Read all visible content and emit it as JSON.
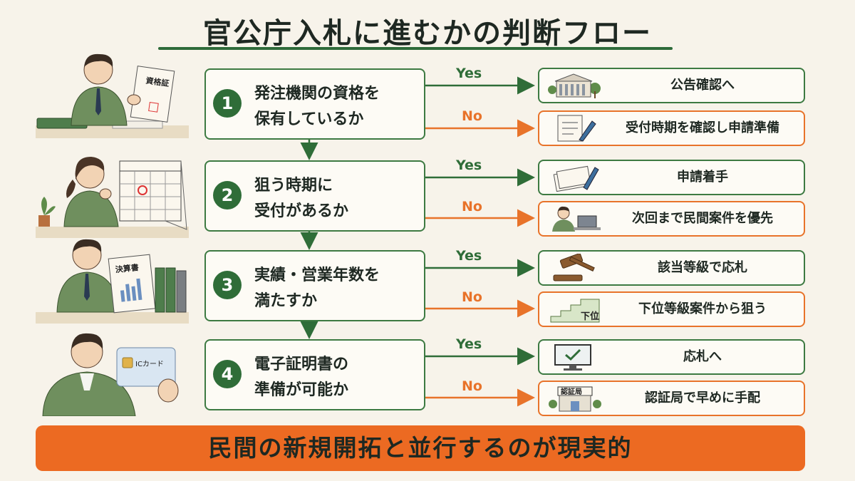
{
  "title": "官公庁入札に進むかの判断フロー",
  "steps": [
    {
      "number": "1",
      "question_lines": [
        "発注機関の資格を",
        "保有しているか"
      ],
      "yes_label": "Yes",
      "no_label": "No",
      "yes_result": "公告確認へ",
      "no_result": "受付時期を確認し申請準備",
      "illustration_text": "資格証"
    },
    {
      "number": "2",
      "question_lines": [
        "狙う時期に",
        "受付があるか"
      ],
      "yes_label": "Yes",
      "no_label": "No",
      "yes_result": "申請着手",
      "no_result": "次回まで民間案件を優先",
      "illustration_text": ""
    },
    {
      "number": "3",
      "question_lines": [
        "実績・営業年数を",
        "満たすか"
      ],
      "yes_label": "Yes",
      "no_label": "No",
      "yes_result": "該当等級で応札",
      "no_result": "下位等級案件から狙う",
      "illustration_text": "決算書"
    },
    {
      "number": "4",
      "question_lines": [
        "電子証明書の",
        "準備が可能か"
      ],
      "yes_label": "Yes",
      "no_label": "No",
      "yes_result": "応札へ",
      "no_result": "認証局で早めに手配",
      "illustration_text": "ICカード"
    }
  ],
  "icon_texts": {
    "lower_rank": "下位",
    "cert_authority": "認証局"
  },
  "footer": "民間の新規開拓と並行するのが現実的",
  "colors": {
    "green": "#2f6d38",
    "orange": "#e8732a",
    "banner": "#ec6a22",
    "background": "#f7f3ea"
  }
}
